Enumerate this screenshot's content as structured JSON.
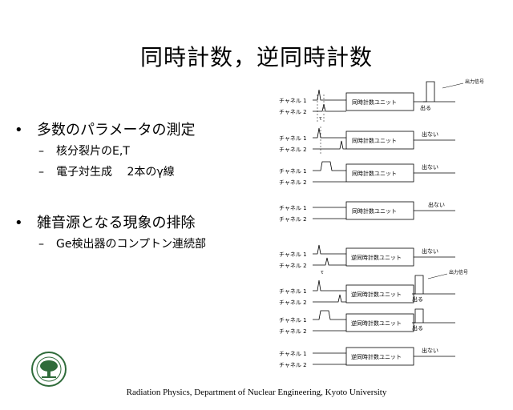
{
  "slide": {
    "title": "同時計数，逆同時計数",
    "bullets": [
      {
        "text": "多数のパラメータの測定",
        "subs": [
          "核分裂片のE,T",
          "電子対生成　 2本のγ線"
        ]
      },
      {
        "text": "雑音源となる現象の排除",
        "subs": [
          "Ge検出器のコンプトン連続部"
        ]
      }
    ],
    "footer": "Radiation Physics,  Department of Nuclear Engineering,  Kyoto University"
  },
  "diagram": {
    "channel1": "チャネル 1",
    "channel2": "チャネル 2",
    "coincidence_unit": "同時計数ユニット",
    "anticoincidence_unit": "逆同時計数ユニット",
    "output": "出る",
    "no_output": "出ない",
    "output_signal": "出力信号",
    "tau": "τ"
  },
  "colors": {
    "text": "#000000",
    "background": "#ffffff",
    "logo": "#2f6b3a"
  }
}
